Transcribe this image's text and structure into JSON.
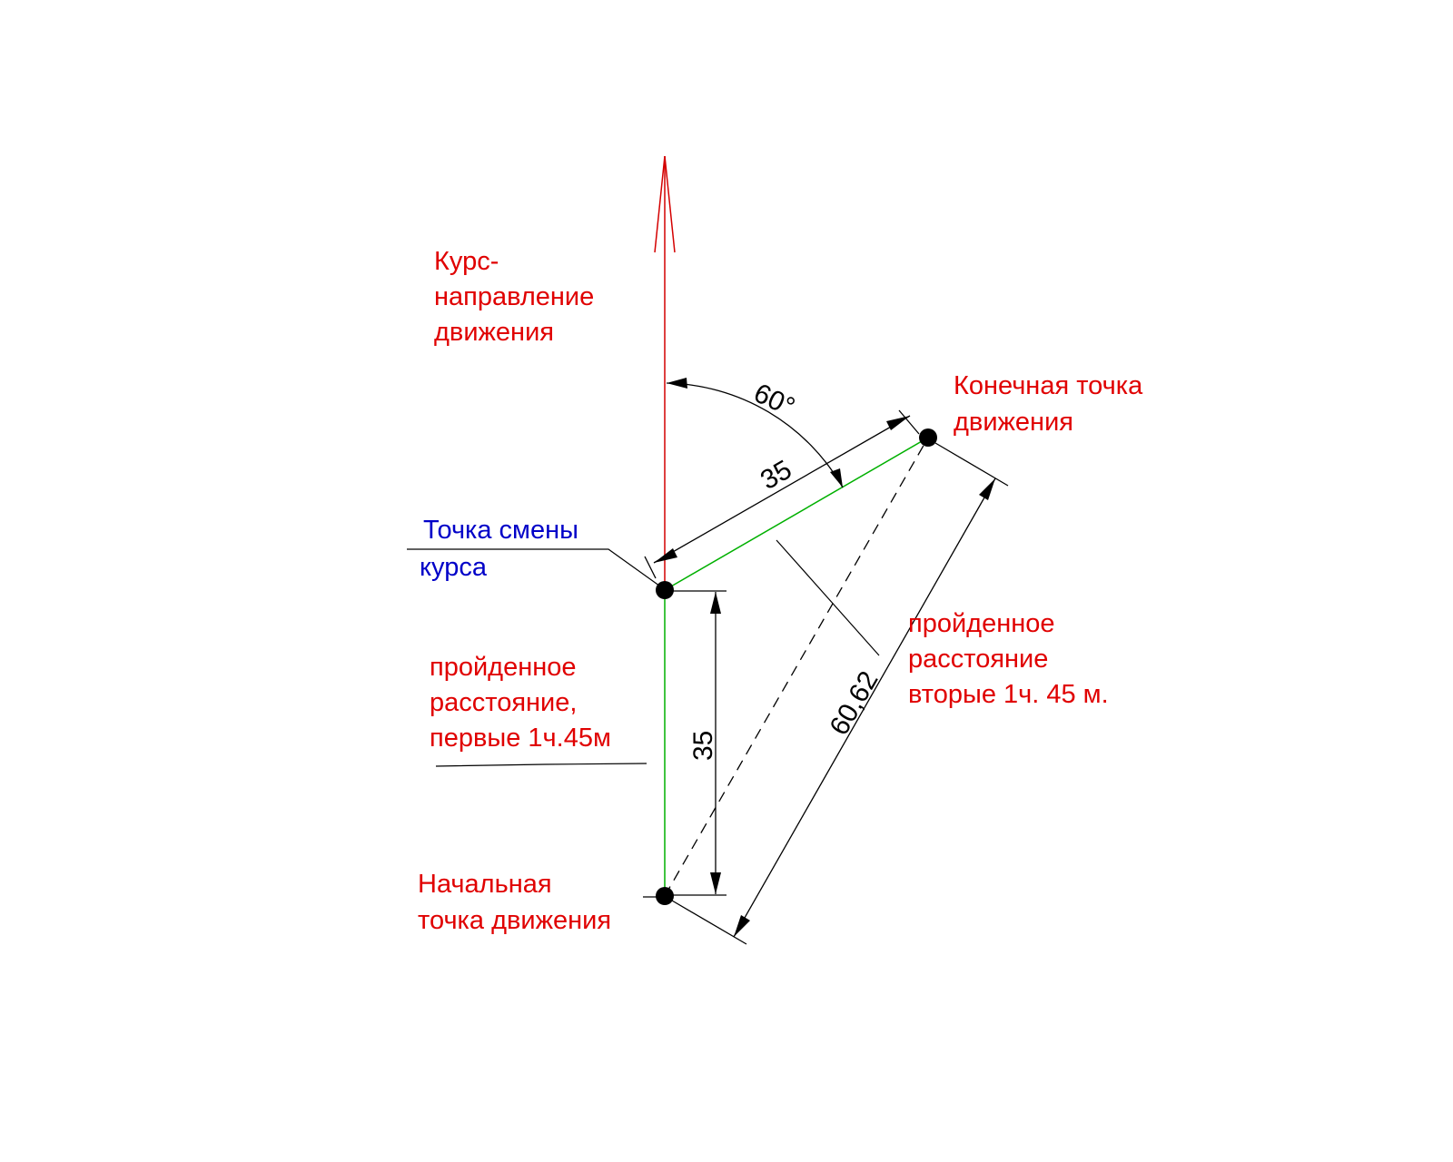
{
  "labels": {
    "course": [
      "Курс-",
      "направление",
      "движения"
    ],
    "end_point": [
      "Конечная точка",
      "движения"
    ],
    "change_point": [
      "Точка смены",
      "курса"
    ],
    "first_leg": [
      "пройденное",
      "расстояние,",
      "первые 1ч.45м"
    ],
    "second_leg": [
      "пройденное",
      "расстояние",
      "вторые 1ч. 45 м."
    ],
    "start_point": [
      "Начальная",
      "точка движения"
    ]
  },
  "dimensions": {
    "angle": "60°",
    "leg_second": "35",
    "leg_first": "35",
    "resultant": "60,62"
  },
  "colors": {
    "course_arrow": "#d40000",
    "path": "#00b000",
    "label_red": "#e00000",
    "label_blue": "#0000c8",
    "dimension": "#000000"
  }
}
